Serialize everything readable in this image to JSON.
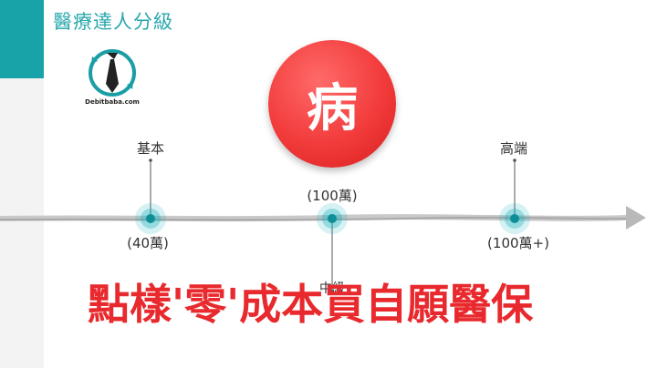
{
  "header": {
    "title": "醫療達人分級"
  },
  "logo": {
    "text": "Debitbaba.com",
    "icon": "necktie-cycle-logo"
  },
  "badge": {
    "char": "病",
    "color": "#f23b3b"
  },
  "timeline": {
    "levels": [
      {
        "name": "基本",
        "amount": "(40萬)"
      },
      {
        "name": "中級",
        "amount": "(100萬)"
      },
      {
        "name": "高端",
        "amount": "(100萬+)"
      }
    ]
  },
  "headline": {
    "text": "點樣'零'成本買自願醫保"
  },
  "colors": {
    "accent": "#17a3a8",
    "headline": "#e8292d",
    "marker": "#19b3bd"
  }
}
